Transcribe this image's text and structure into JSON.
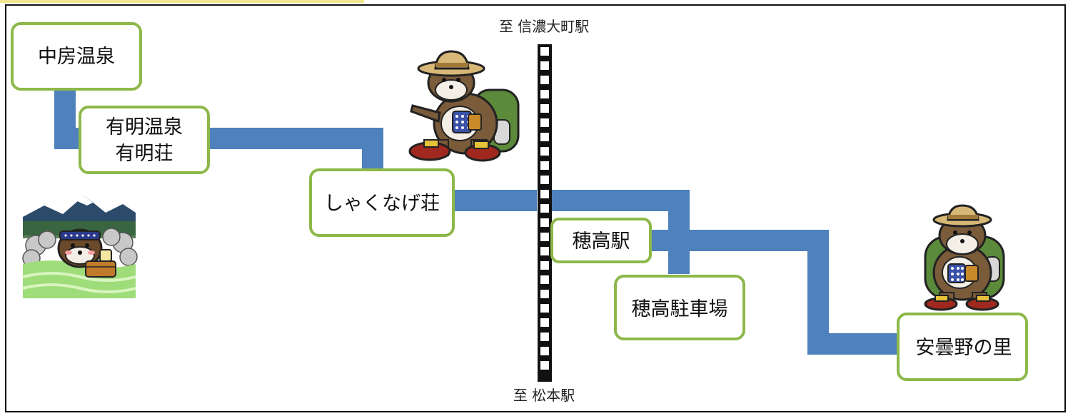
{
  "colors": {
    "route": "#4f81bd",
    "box_border": "#8db84a",
    "rail_dark": "#111111",
    "rail_light": "#ffffff"
  },
  "rail": {
    "north_label": "至 信濃大町駅",
    "south_label": "至 松本駅"
  },
  "stations": {
    "nakabusa": "中房温泉",
    "ariake_line1": "有明温泉",
    "ariake_line2": "有明荘",
    "shakunage": "しゃくなげ荘",
    "hotaka_station": "穂高駅",
    "hotaka_parking": "穂高駐車場",
    "azumino_sato": "安曇野の里"
  },
  "illustrations": [
    {
      "name": "hiker-mascot-pointing"
    },
    {
      "name": "onsen-bathing-mascot"
    },
    {
      "name": "hiker-mascot-standing"
    }
  ]
}
